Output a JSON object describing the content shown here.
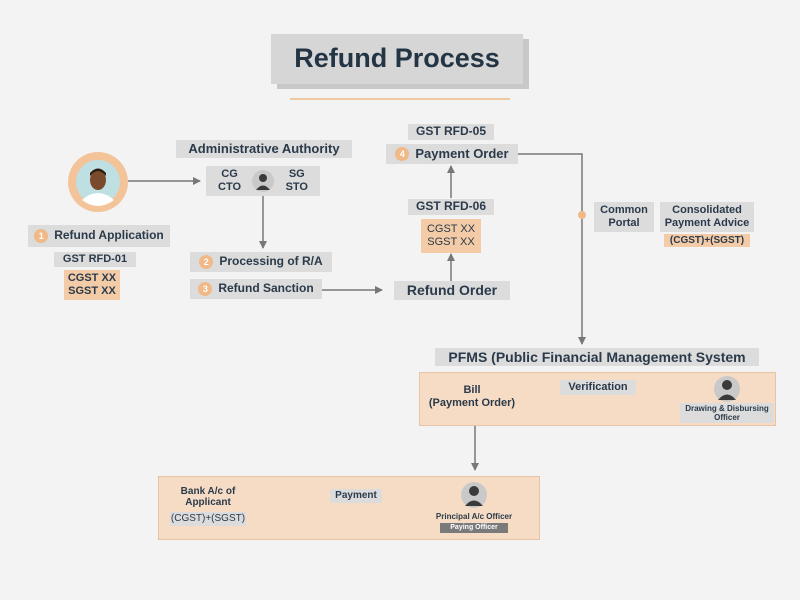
{
  "title": "Refund Process",
  "applicant": {
    "step_num": "1",
    "step_label": "Refund Application",
    "form": "GST RFD-01",
    "cgst": "CGST XX",
    "sgst": "SGST XX"
  },
  "admin": {
    "title": "Administrative Authority",
    "cg": "CG",
    "cto": "CTO",
    "sg": "SG",
    "sto": "STO",
    "step2_num": "2",
    "step2_label": "Processing of R/A",
    "step3_num": "3",
    "step3_label": "Refund Sanction"
  },
  "refund_order": {
    "label": "Refund Order",
    "form": "GST RFD-06",
    "cgst": "CGST XX",
    "sgst": "SGST XX"
  },
  "payment_order": {
    "form": "GST RFD-05",
    "step_num": "4",
    "label": "Payment Order"
  },
  "portal": {
    "common": "Common Portal",
    "advice": "Consolidated Payment Advice",
    "split": "(CGST)+(SGST)"
  },
  "pfms": {
    "title": "PFMS (Public Financial Management System",
    "bill": "Bill",
    "bill_sub": "(Payment Order)",
    "verification": "Verification",
    "ddo": "Drawing & Disbursing Officer"
  },
  "bank": {
    "label": "Bank A/c of Applicant",
    "split": "(CGST)+(SGST)",
    "payment": "Payment",
    "officer": "Principal A/c Officer",
    "officer_sub": "Paying Officer"
  },
  "colors": {
    "accent": "#f1b888",
    "panel": "#f6dcc4",
    "label_bg": "#dcdcdc",
    "text": "#2b3a4a",
    "arrow": "#777777"
  }
}
